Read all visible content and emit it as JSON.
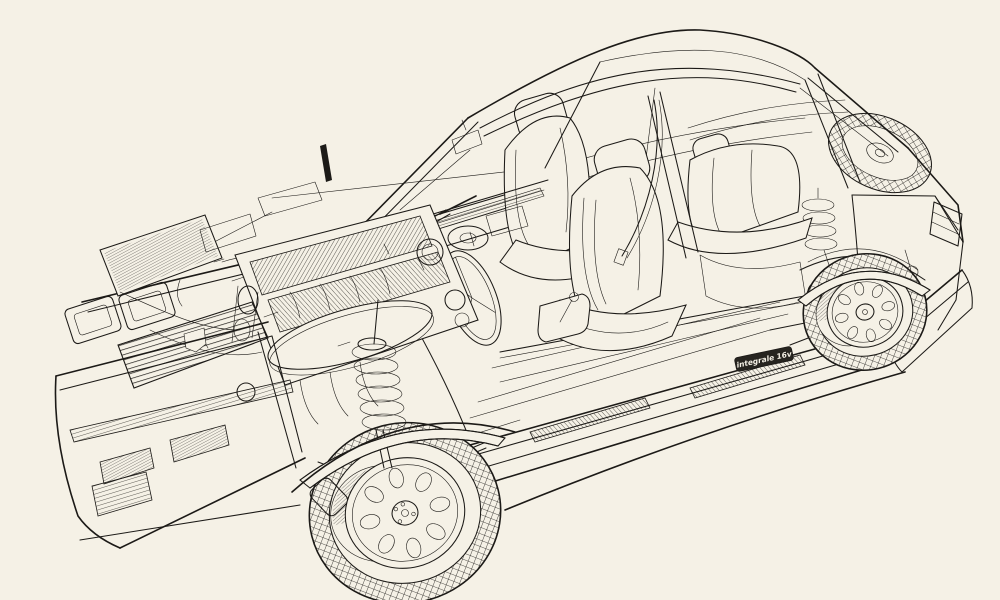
{
  "illustration": {
    "type": "technical cutaway line drawing",
    "subject": "four-door hatchback sports car cutaway showing engine, suspension, drivetrain and interior",
    "style": "black ink line art on cream paper"
  },
  "badge": {
    "label": "integrale 16v"
  },
  "colors": {
    "background": "#f5f1e6",
    "ink": "#1c1a17",
    "badge_background": "#26241f",
    "badge_text": "#f5f1e6"
  }
}
